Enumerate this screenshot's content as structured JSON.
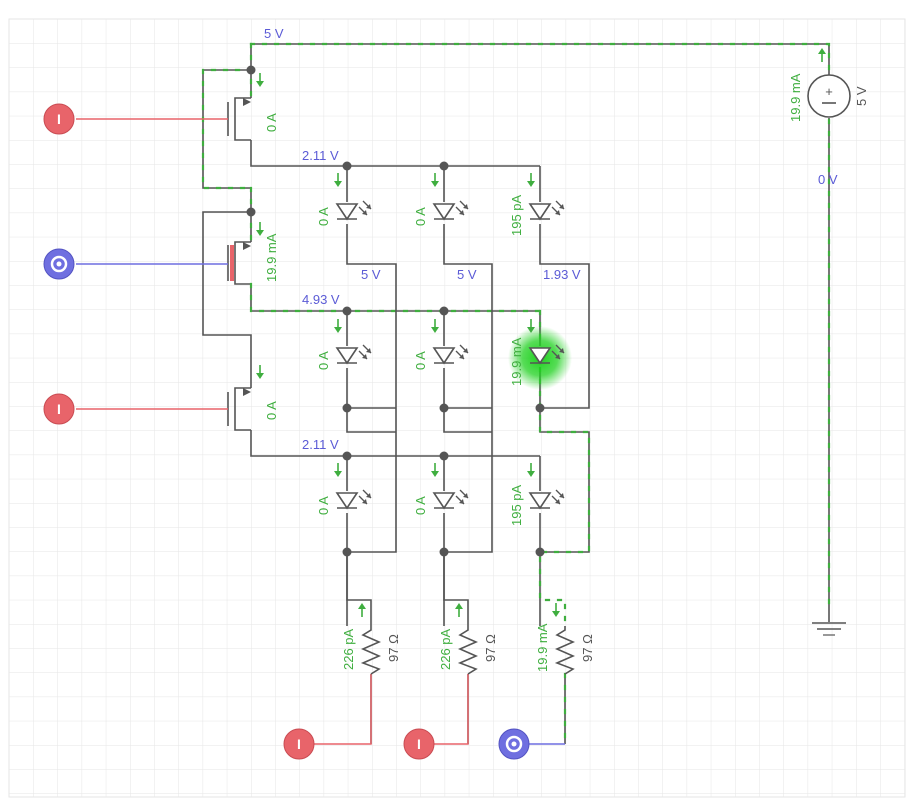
{
  "colors": {
    "voltage_label": "#5b5bd6",
    "current_label": "#3fae3f",
    "wire": "#555555",
    "input_low": "#e8646a",
    "input_high": "#6f6fe0",
    "led_glow": "#1fd11f"
  },
  "supply": {
    "voltage": "5 V",
    "current": "19.9 mA",
    "top_rail": "5 V",
    "bottom_rail": "0 V",
    "icon": "dc-voltage-source-icon"
  },
  "inputs": {
    "gate_top": {
      "state": "low",
      "text": "I"
    },
    "gate_mid": {
      "state": "high",
      "text": ""
    },
    "gate_bottom": {
      "state": "low",
      "text": "I"
    },
    "col_1": {
      "state": "low",
      "text": "I"
    },
    "col_2": {
      "state": "low",
      "text": "I"
    },
    "col_3": {
      "state": "high",
      "text": ""
    }
  },
  "transistors": {
    "top": {
      "current": "0 A"
    },
    "mid": {
      "current": "19.9 mA"
    },
    "bottom": {
      "current": "0 A"
    }
  },
  "rows": {
    "top_voltage": "2.11 V",
    "mid_voltage": "4.93 V",
    "bottom_voltage": "2.11 V"
  },
  "leds": {
    "top": [
      "0 A",
      "0 A",
      "195 pA"
    ],
    "mid": [
      "0 A",
      "0 A",
      "19.9 mA"
    ],
    "bottom": [
      "0 A",
      "0 A",
      "195 pA"
    ],
    "mid_column_voltages": [
      "5 V",
      "5 V",
      "1.93 V"
    ]
  },
  "resistors": [
    {
      "current": "226 pA",
      "value": "97 Ω"
    },
    {
      "current": "226 pA",
      "value": "97 Ω"
    },
    {
      "current": "19.9 mA",
      "value": "97 Ω"
    }
  ]
}
